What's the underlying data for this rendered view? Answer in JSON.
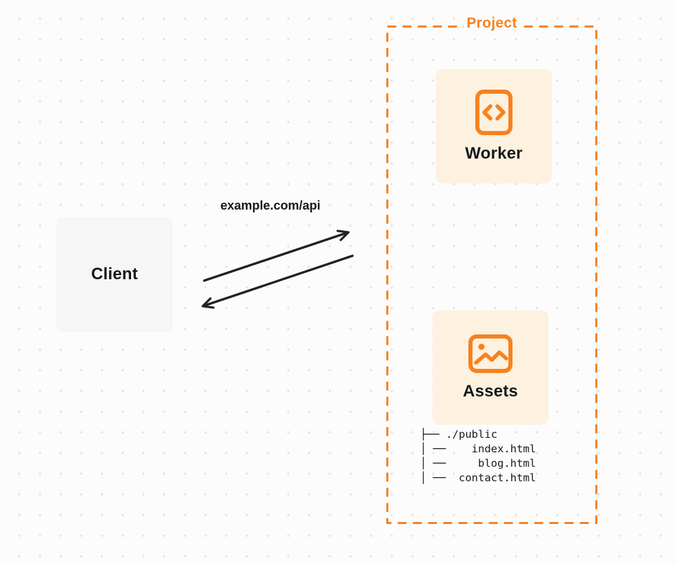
{
  "colors": {
    "accent": "#F6821F",
    "card_bg": "#FDF1E0",
    "client_bg": "#F6F6F6",
    "page_bg": "#FCFCFC",
    "arrow": "#222222"
  },
  "client": {
    "label": "Client"
  },
  "request": {
    "label": "example.com/api"
  },
  "project": {
    "label": "Project",
    "worker": {
      "label": "Worker",
      "icon": "code-icon"
    },
    "assets": {
      "label": "Assets",
      "icon": "image-icon"
    },
    "file_tree": {
      "lines": [
        "├── ./public",
        "│ ──    index.html",
        "│ ──     blog.html",
        "│ ──  contact.html"
      ]
    }
  }
}
